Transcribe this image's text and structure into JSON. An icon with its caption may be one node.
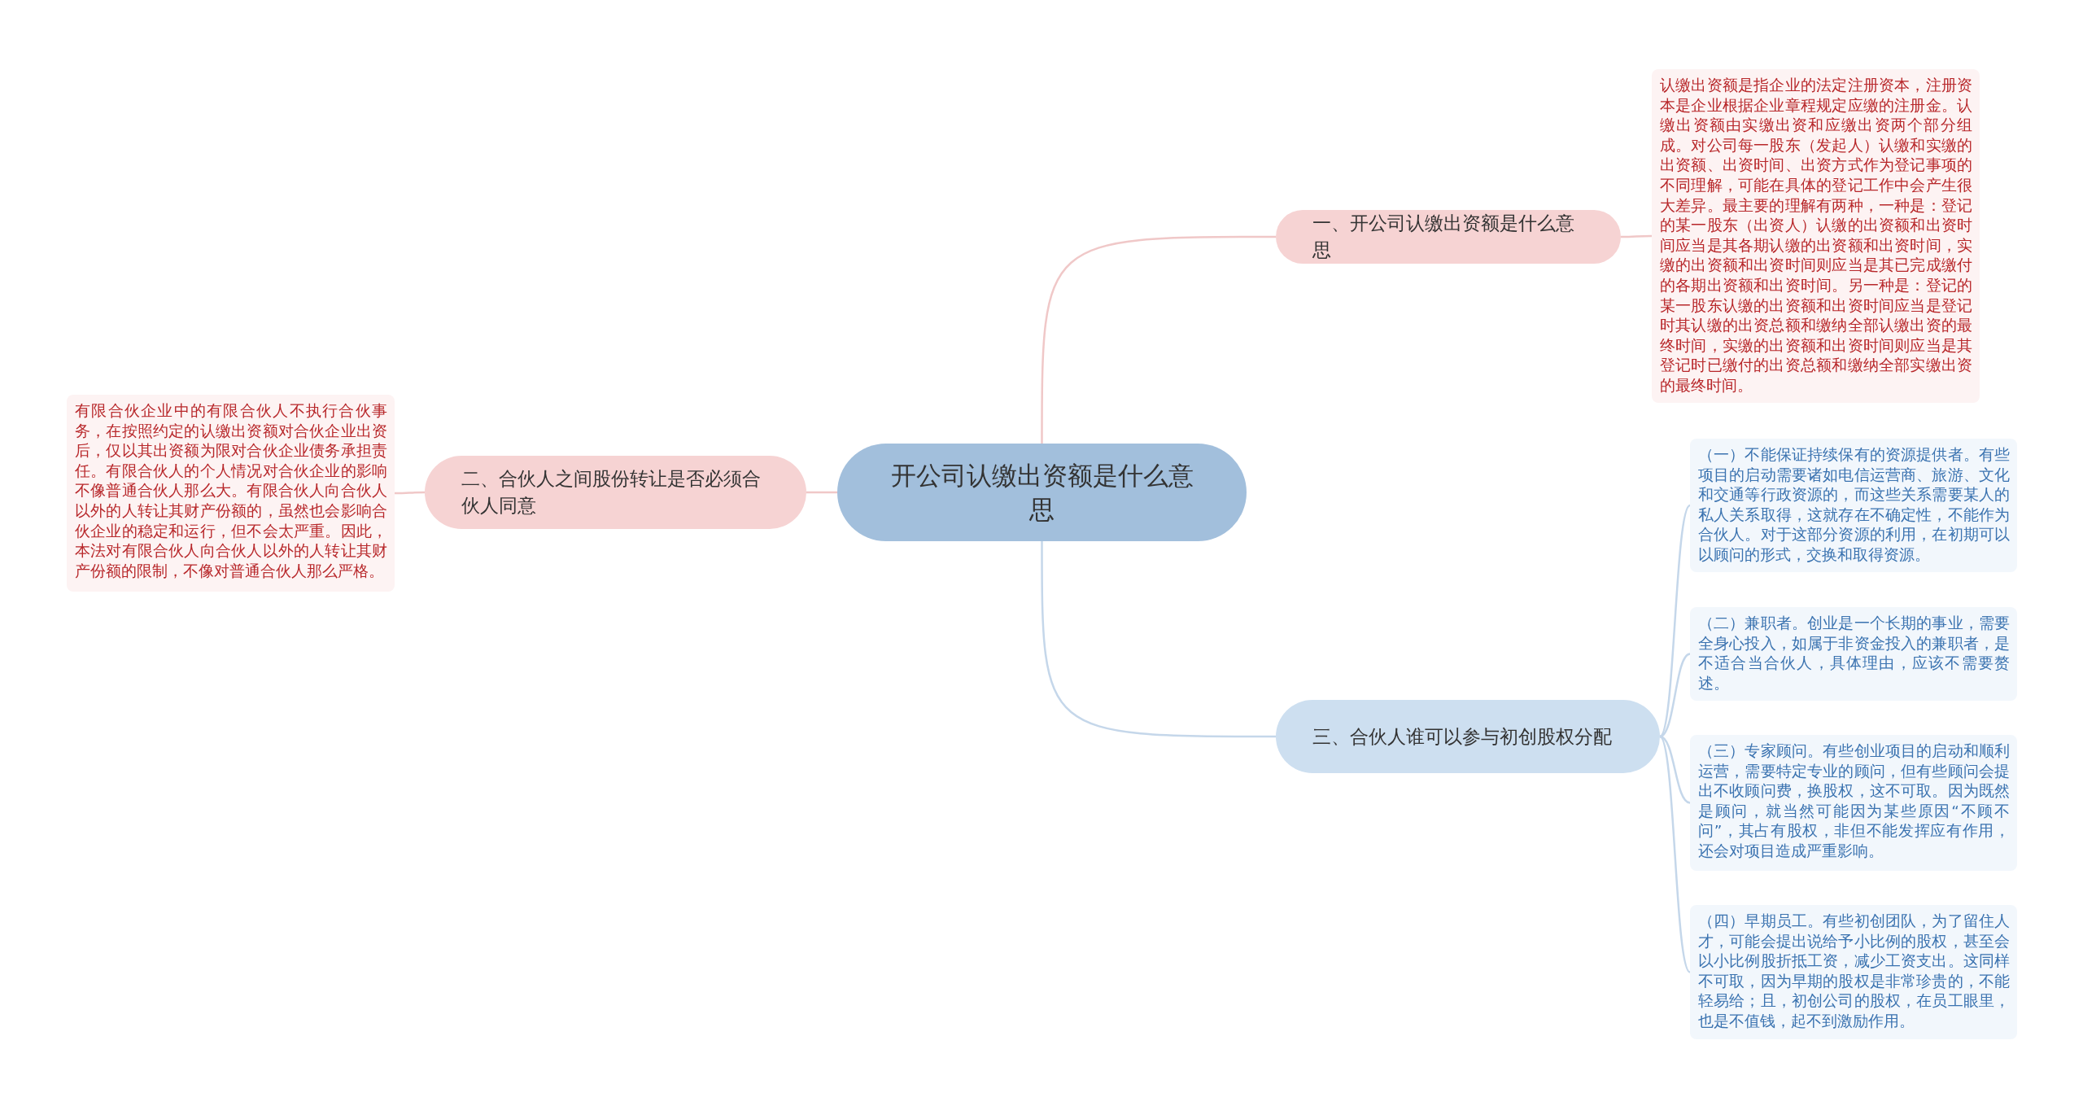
{
  "diagram": {
    "nodes": [
      {
        "text": [
          "开公司认缴出资额是什么意思"
        ]
      },
      {
        "text": [
          "一、开公司认缴出资额是什么意思"
        ]
      },
      {
        "text": [
          "认缴出资额是指企业的法定注册资本，注册资本是企业根据企业章程规定应缴的注册金。认缴出资额由实缴出资和应缴出资两个部分组成。对公司每一股东（发起人）认缴和实缴的出资额、出资时间、出资方式作为登记事项的不同理解，可能在具体的登记工作中会产生很大差异。最主要的理解有两种，一种是：登记的某一股东（出资人）认缴的出资额和出资时间应当是其各期认缴的出资额和出资时间，实缴的出资额和出资时间则应当是其已完成缴付的各期出资额和出资时间。另一种是：登记的某一股东认缴的出资额和出资时间应当是登记时其认缴的出资总额和缴纳全部认缴出资的最终时间，实缴的出资额和出资时间则应当是其登记时已缴付的出资总额和缴纳全部实缴出资的最终时间。"
        ]
      },
      {
        "text": [
          "二、合伙人之间股份转让是否必须合伙人同意"
        ]
      },
      {
        "text": [
          "有限合伙企业中的有限合伙人不执行合伙事务，在按照约定的认缴出资额对合伙企业出资后，仅以其出资额为限对合伙企业债务承担责任。有限合伙人的个人情况对合伙企业的影响不像普通合伙人那么大。有限合伙人向合伙人以外的人转让其财产份额的，虽然也会影响合伙企业的稳定和运行，但不会太严重。因此，本法对有限合伙人向合伙人以外的人转让其财产份额的限制，不像对普通合伙人那么严格。"
        ]
      },
      {
        "text": [
          "三、合伙人谁可以参与初创股权分配"
        ]
      },
      {
        "text": [
          "（一）不能保证持续保有的资源提供者。有些项目的启动需要诸如电信运营商、旅游、文化和交通等行政资源的，而这些关系需要某人的私人关系取得，这就存在不确定性，不能作为合伙人。对于这部分资源的利用，在初期可以以顾问的形式，交换和取得资源。"
        ]
      },
      {
        "text": [
          "（二）兼职者。创业是一个长期的事业，需要全身心投入，如属于非资金投入的兼职者，是不适合当合伙人，具体理由，应该不需要赘述。"
        ]
      },
      {
        "text": [
          "（三）专家顾问。有些创业项目的启动和顺利运营，需要特定专业的顾问，但有些顾问会提出不收顾问费，换股权，这不可取。因为既然是顾问，就当然可能因为某些原因“不顾不问”，其占有股权，非但不能发挥应有作用，还会对项目造成严重影响。"
        ]
      },
      {
        "text": [
          "（四）早期员工。有些初创团队，为了留住人才，可能会提出说给予小比例的股权，甚至会以小比例股折抵工资，减少工资支出。这同样不可取，因为早期的股权是非常珍贵的，不能轻易给；且，初创公司的股权，在员工眼里，也是不值钱，起不到激励作用。"
        ]
      }
    ],
    "edges": [
      {
        "from": 0,
        "to": 1,
        "arrow": "none",
        "color": "#f0c8c8"
      },
      {
        "from": 1,
        "to": 2,
        "arrow": "none",
        "color": "#f0c8c8"
      },
      {
        "from": 0,
        "to": 3,
        "arrow": "none",
        "color": "#f0c8c8"
      },
      {
        "from": 3,
        "to": 4,
        "arrow": "none",
        "color": "#f0c8c8"
      },
      {
        "from": 0,
        "to": 5,
        "arrow": "none"
      },
      {
        "from": 5,
        "to": 6,
        "arrow": "none"
      },
      {
        "from": 5,
        "to": 7,
        "arrow": "none"
      },
      {
        "from": 5,
        "to": 8,
        "arrow": "none"
      },
      {
        "from": 5,
        "to": 9,
        "arrow": "none"
      }
    ]
  }
}
